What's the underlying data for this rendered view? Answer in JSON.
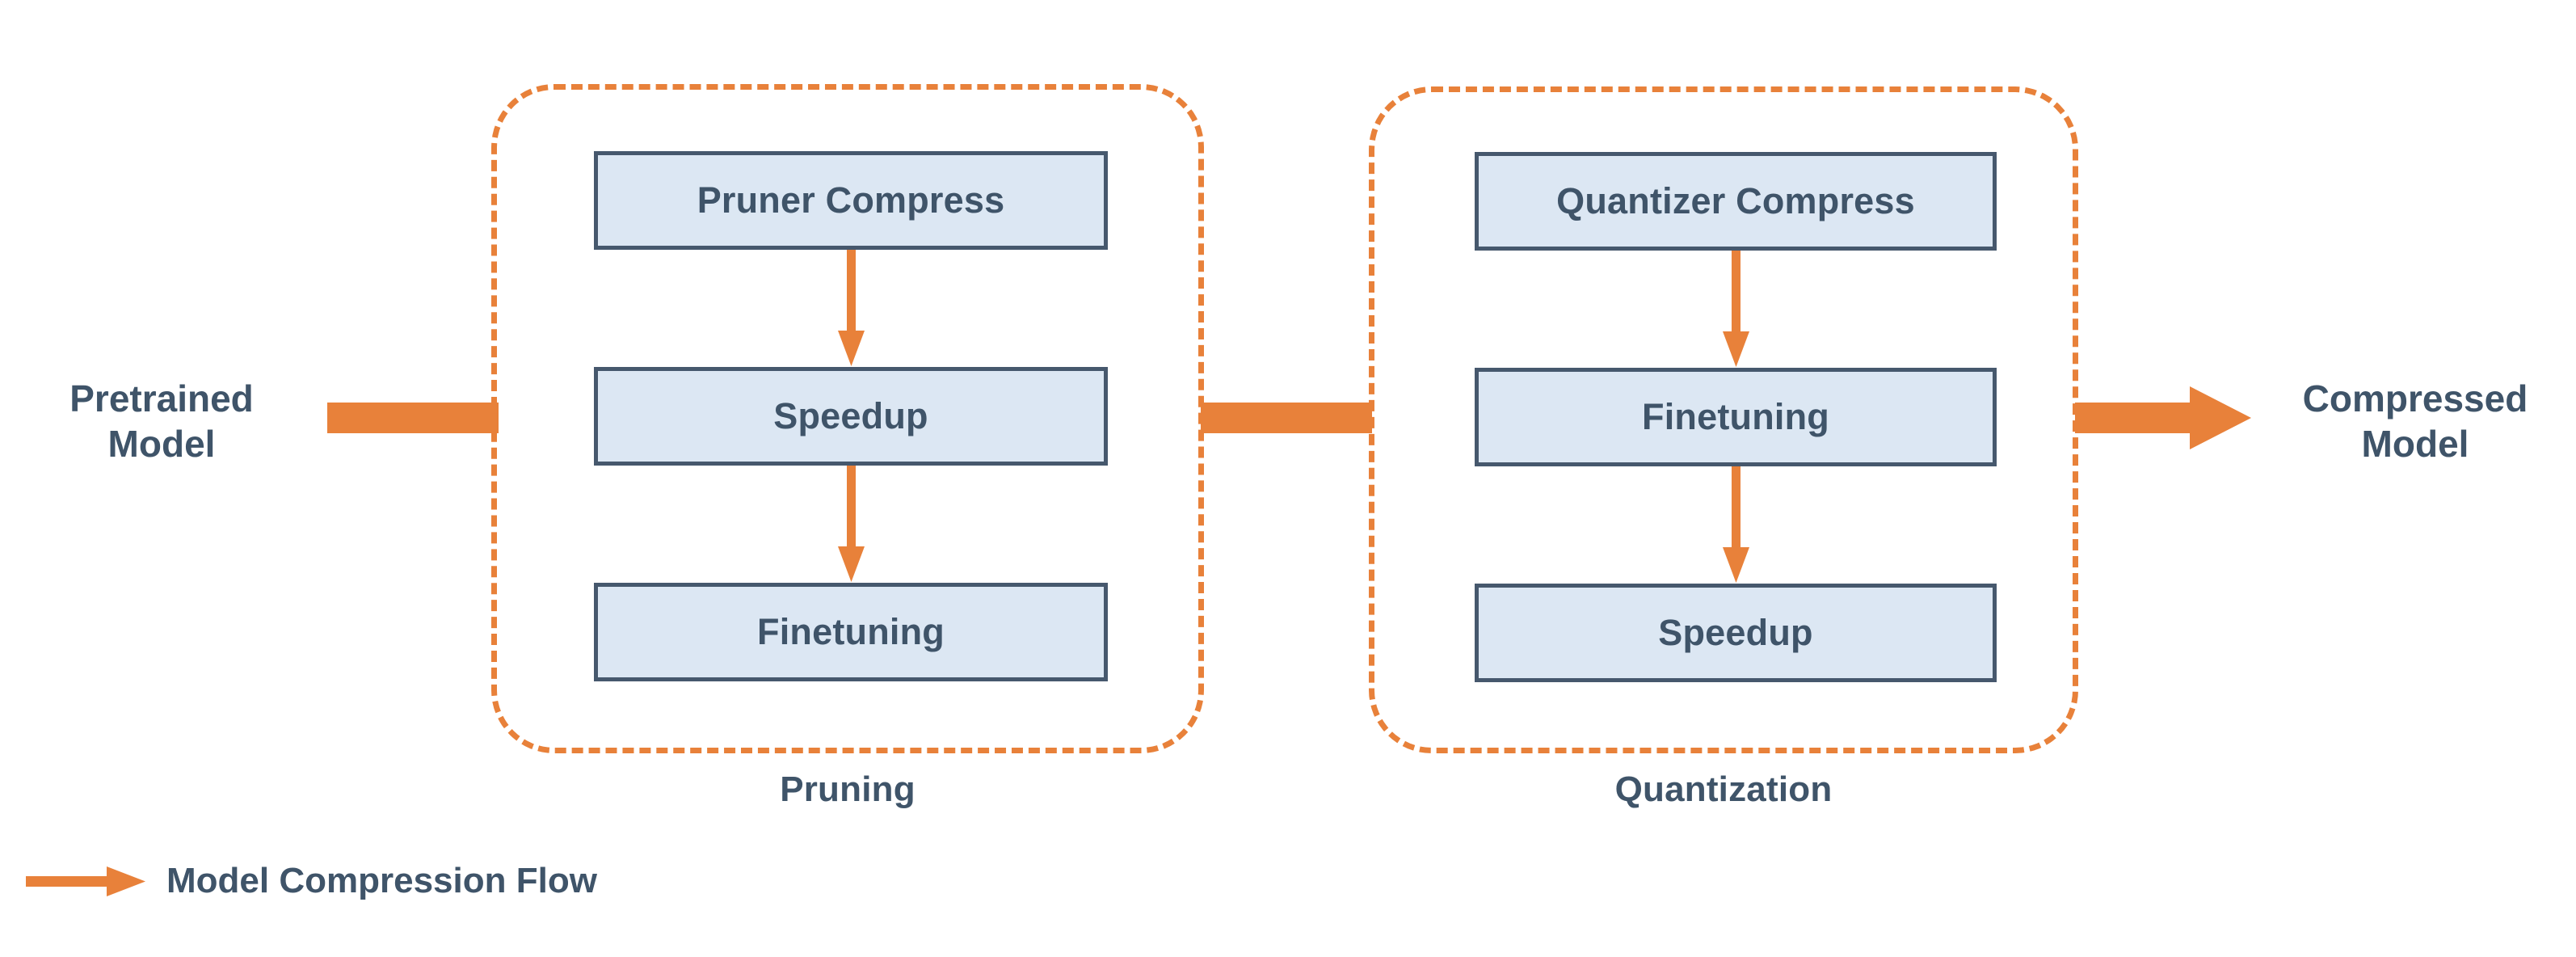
{
  "colors": {
    "flow_orange": "#e8813a",
    "node_fill": "#dce7f3",
    "node_border": "#46586d",
    "text_slate": "#3f5469",
    "background": "#ffffff"
  },
  "inputs": {
    "pretrained_model_label": "Pretrained\nModel"
  },
  "outputs": {
    "compressed_model_label": "Compressed\nModel"
  },
  "groups": [
    {
      "id": "pruning",
      "caption": "Pruning",
      "nodes": [
        {
          "label": "Pruner Compress"
        },
        {
          "label": "Speedup"
        },
        {
          "label": "Finetuning"
        }
      ]
    },
    {
      "id": "quantization",
      "caption": "Quantization",
      "nodes": [
        {
          "label": "Quantizer Compress"
        },
        {
          "label": "Finetuning"
        },
        {
          "label": "Speedup"
        }
      ]
    }
  ],
  "legend": {
    "arrow_icon": "flow-arrow-icon",
    "label": "Model Compression Flow"
  }
}
